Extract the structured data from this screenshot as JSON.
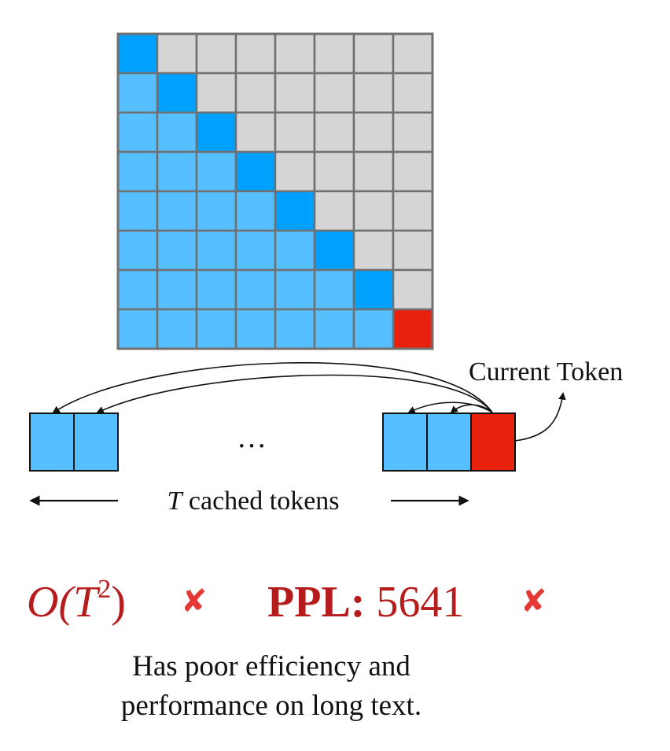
{
  "attention_matrix": {
    "size": 8,
    "colors": {
      "past": "#55BFFF",
      "diagonal": "#00A0FF",
      "future": "#D5D5D5",
      "current": "#E8210F",
      "grid": "#707070"
    }
  },
  "labels": {
    "current_token": "Current Token",
    "ellipsis": "…",
    "cached_var": "T",
    "cached_text": " cached tokens"
  },
  "metrics": {
    "complexity_base": "O(T",
    "complexity_exp": "2",
    "complexity_close": ")",
    "complexity_mark": "✘",
    "ppl_label": "PPL:",
    "ppl_value": " 5641",
    "ppl_mark": "✘",
    "color": "#B71C1C",
    "mark_color": "#E53935"
  },
  "caption": {
    "line1": "Has poor efficiency and",
    "line2": "performance on long text."
  }
}
